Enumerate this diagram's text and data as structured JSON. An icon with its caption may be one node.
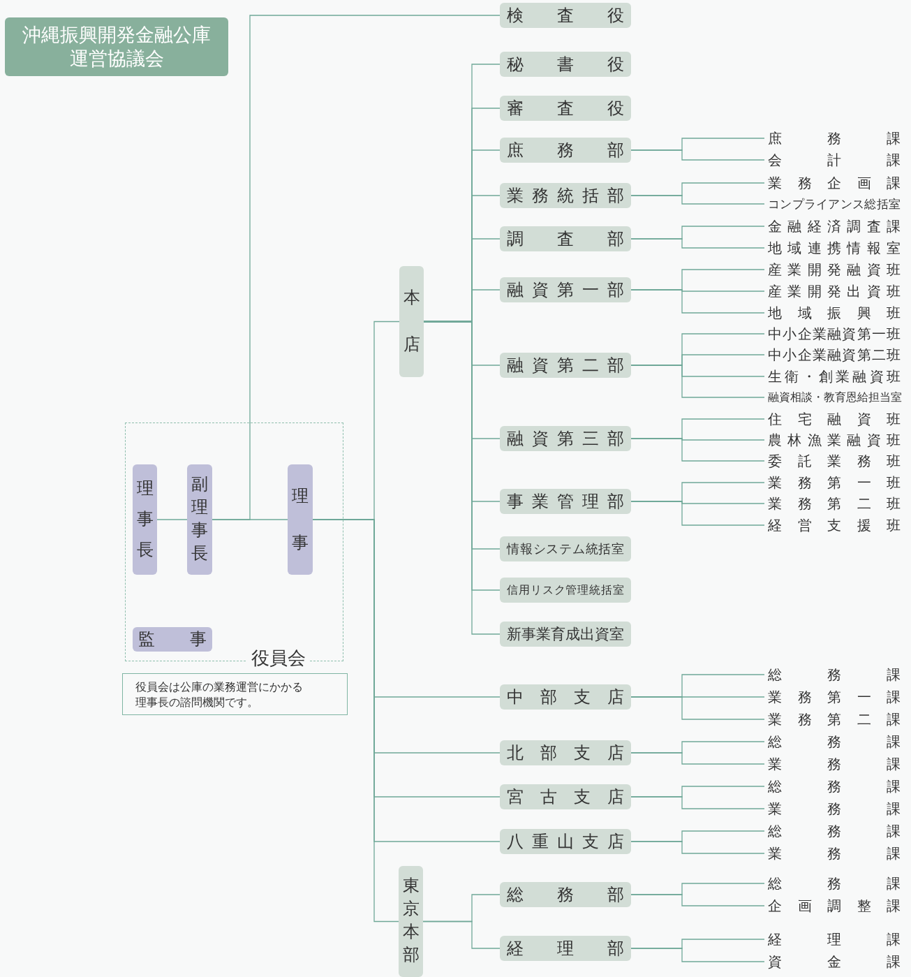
{
  "diagram": {
    "nodes": [
      {
        "text": [
          "沖縄振興開発金融公庫運営協議会"
        ]
      },
      {
        "text": [
          "役員会"
        ]
      },
      {
        "text": [
          "理事長"
        ],
        "in": 1
      },
      {
        "text": [
          "副理事長"
        ],
        "in": 1
      },
      {
        "text": [
          "理事"
        ],
        "in": 1
      },
      {
        "text": [
          "監事"
        ],
        "in": 1
      },
      {
        "text": [
          "役員会は公庫の業務運営にかかる理事長の諮問機関です。"
        ]
      },
      {
        "text": [
          "検査役"
        ]
      },
      {
        "text": [
          "本店"
        ]
      },
      {
        "text": [
          "秘書役"
        ]
      },
      {
        "text": [
          "審査役"
        ]
      },
      {
        "text": [
          "庶務部"
        ]
      },
      {
        "text": [
          "庶務課"
        ]
      },
      {
        "text": [
          "会計課"
        ]
      },
      {
        "text": [
          "業務統括部"
        ]
      },
      {
        "text": [
          "業務企画課"
        ]
      },
      {
        "text": [
          "コンプライアンス総括室"
        ]
      },
      {
        "text": [
          "調査部"
        ]
      },
      {
        "text": [
          "金融経済調査課"
        ]
      },
      {
        "text": [
          "地域連携情報室"
        ]
      },
      {
        "text": [
          "融資第一部"
        ]
      },
      {
        "text": [
          "産業開発融資班"
        ]
      },
      {
        "text": [
          "産業開発出資班"
        ]
      },
      {
        "text": [
          "地域振興班"
        ]
      },
      {
        "text": [
          "融資第二部"
        ]
      },
      {
        "text": [
          "中小企業融資第一班"
        ]
      },
      {
        "text": [
          "中小企業融資第二班"
        ]
      },
      {
        "text": [
          "生衛・創業融資班"
        ]
      },
      {
        "text": [
          "融資相談・教育恩給担当室"
        ]
      },
      {
        "text": [
          "融資第三部"
        ]
      },
      {
        "text": [
          "住宅融資班"
        ]
      },
      {
        "text": [
          "農林漁業融資班"
        ]
      },
      {
        "text": [
          "委託業務班"
        ]
      },
      {
        "text": [
          "事業管理部"
        ]
      },
      {
        "text": [
          "業務第一班"
        ]
      },
      {
        "text": [
          "業務第二班"
        ]
      },
      {
        "text": [
          "経営支援班"
        ]
      },
      {
        "text": [
          "情報システム統括室"
        ]
      },
      {
        "text": [
          "信用リスク管理統括室"
        ]
      },
      {
        "text": [
          "新事業育成出資室"
        ]
      },
      {
        "text": [
          "中部支店"
        ]
      },
      {
        "text": [
          "総務課"
        ]
      },
      {
        "text": [
          "業務第一課"
        ]
      },
      {
        "text": [
          "業務第二課"
        ]
      },
      {
        "text": [
          "北部支店"
        ]
      },
      {
        "text": [
          "総務課"
        ]
      },
      {
        "text": [
          "業務課"
        ]
      },
      {
        "text": [
          "宮古支店"
        ]
      },
      {
        "text": [
          "総務課"
        ]
      },
      {
        "text": [
          "業務課"
        ]
      },
      {
        "text": [
          "八重山支店"
        ]
      },
      {
        "text": [
          "総務課"
        ]
      },
      {
        "text": [
          "業務課"
        ]
      },
      {
        "text": [
          "東京本部"
        ]
      },
      {
        "text": [
          "総務部"
        ]
      },
      {
        "text": [
          "総務課"
        ]
      },
      {
        "text": [
          "企画調整課"
        ]
      },
      {
        "text": [
          "経理部"
        ]
      },
      {
        "text": [
          "経理課"
        ]
      },
      {
        "text": [
          "資金課"
        ]
      }
    ],
    "edges": [
      {
        "from": 2,
        "to": 3,
        "arrow": "none"
      },
      {
        "from": 3,
        "to": 4,
        "arrow": "none"
      },
      {
        "from": 3,
        "to": 7,
        "arrow": "none"
      },
      {
        "from": 4,
        "to": 8,
        "arrow": "none"
      },
      {
        "from": 4,
        "to": 40,
        "arrow": "none"
      },
      {
        "from": 4,
        "to": 44,
        "arrow": "none"
      },
      {
        "from": 4,
        "to": 47,
        "arrow": "none"
      },
      {
        "from": 4,
        "to": 50,
        "arrow": "none"
      },
      {
        "from": 4,
        "to": 53,
        "arrow": "none"
      },
      {
        "from": 8,
        "to": 9,
        "arrow": "none"
      },
      {
        "from": 8,
        "to": 10,
        "arrow": "none"
      },
      {
        "from": 8,
        "to": 11,
        "arrow": "none"
      },
      {
        "from": 8,
        "to": 14,
        "arrow": "none"
      },
      {
        "from": 8,
        "to": 17,
        "arrow": "none"
      },
      {
        "from": 8,
        "to": 20,
        "arrow": "none"
      },
      {
        "from": 8,
        "to": 24,
        "arrow": "none"
      },
      {
        "from": 8,
        "to": 29,
        "arrow": "none"
      },
      {
        "from": 8,
        "to": 33,
        "arrow": "none"
      },
      {
        "from": 8,
        "to": 37,
        "arrow": "none"
      },
      {
        "from": 8,
        "to": 38,
        "arrow": "none"
      },
      {
        "from": 8,
        "to": 39,
        "arrow": "none"
      },
      {
        "from": 11,
        "to": 12,
        "arrow": "none"
      },
      {
        "from": 11,
        "to": 13,
        "arrow": "none"
      },
      {
        "from": 14,
        "to": 15,
        "arrow": "none"
      },
      {
        "from": 14,
        "to": 16,
        "arrow": "none"
      },
      {
        "from": 17,
        "to": 18,
        "arrow": "none"
      },
      {
        "from": 17,
        "to": 19,
        "arrow": "none"
      },
      {
        "from": 20,
        "to": 21,
        "arrow": "none"
      },
      {
        "from": 20,
        "to": 22,
        "arrow": "none"
      },
      {
        "from": 20,
        "to": 23,
        "arrow": "none"
      },
      {
        "from": 24,
        "to": 25,
        "arrow": "none"
      },
      {
        "from": 24,
        "to": 26,
        "arrow": "none"
      },
      {
        "from": 24,
        "to": 27,
        "arrow": "none"
      },
      {
        "from": 24,
        "to": 28,
        "arrow": "none"
      },
      {
        "from": 29,
        "to": 30,
        "arrow": "none"
      },
      {
        "from": 29,
        "to": 31,
        "arrow": "none"
      },
      {
        "from": 29,
        "to": 32,
        "arrow": "none"
      },
      {
        "from": 33,
        "to": 34,
        "arrow": "none"
      },
      {
        "from": 33,
        "to": 35,
        "arrow": "none"
      },
      {
        "from": 33,
        "to": 36,
        "arrow": "none"
      },
      {
        "from": 40,
        "to": 41,
        "arrow": "none"
      },
      {
        "from": 40,
        "to": 42,
        "arrow": "none"
      },
      {
        "from": 40,
        "to": 43,
        "arrow": "none"
      },
      {
        "from": 44,
        "to": 45,
        "arrow": "none"
      },
      {
        "from": 44,
        "to": 46,
        "arrow": "none"
      },
      {
        "from": 47,
        "to": 48,
        "arrow": "none"
      },
      {
        "from": 47,
        "to": 49,
        "arrow": "none"
      },
      {
        "from": 50,
        "to": 51,
        "arrow": "none"
      },
      {
        "from": 50,
        "to": 52,
        "arrow": "none"
      },
      {
        "from": 53,
        "to": 54,
        "arrow": "none"
      },
      {
        "from": 53,
        "to": 57,
        "arrow": "none"
      },
      {
        "from": 54,
        "to": 55,
        "arrow": "none"
      },
      {
        "from": 54,
        "to": 56,
        "arrow": "none"
      },
      {
        "from": 57,
        "to": 58,
        "arrow": "none"
      },
      {
        "from": 57,
        "to": 59,
        "arrow": "none"
      }
    ]
  }
}
